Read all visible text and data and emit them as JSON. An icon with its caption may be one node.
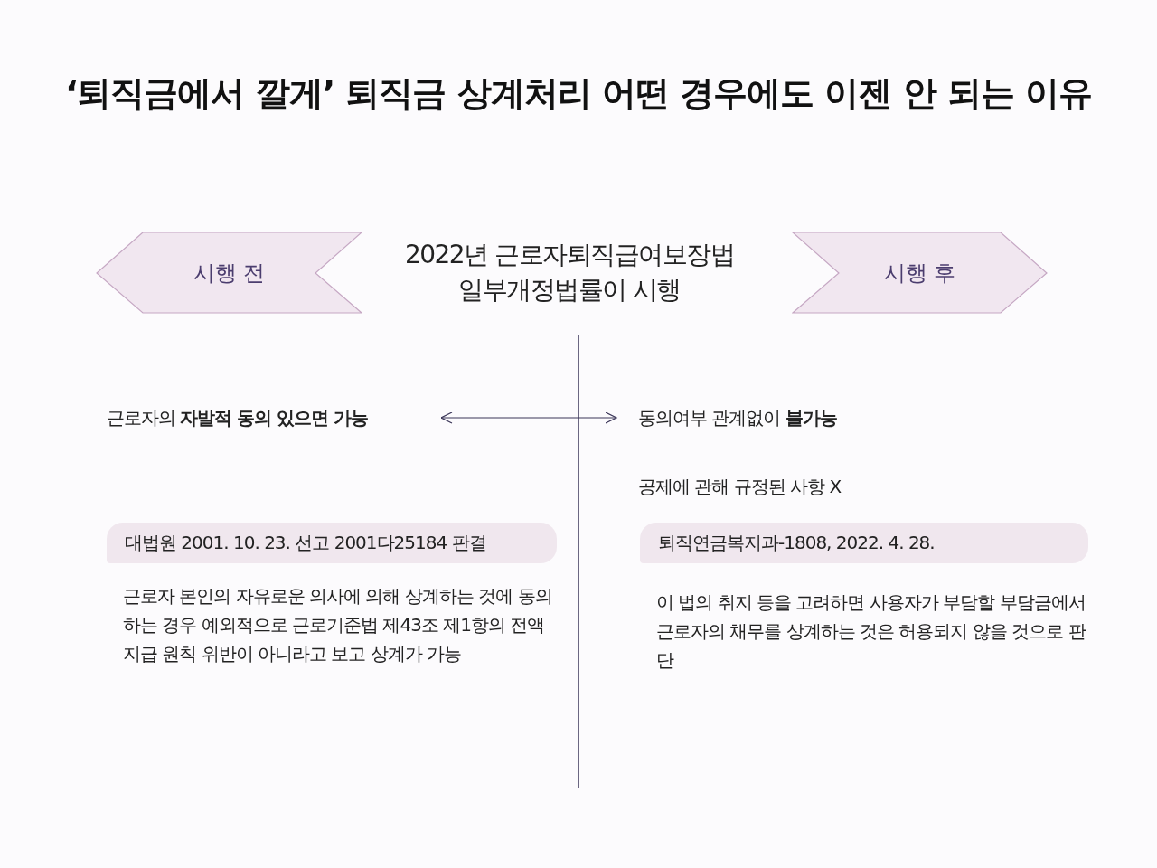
{
  "diagram": {
    "title": "‘퇴직금에서 깔게’ 퇴직금 상계처리 어떤 경우에도 이젠 안 되는 이유",
    "nodes": [
      {
        "text": [
          "시행 전"
        ]
      },
      {
        "text": [
          "2022년 근로자퇴직급여보장법 일부개정법률이 시행"
        ]
      },
      {
        "text": [
          "시행 후"
        ]
      },
      {
        "text": [
          "근로자의 **자발적 동의 있으면 가능**"
        ]
      },
      {
        "text": [
          "동의여부 관계없이 **불가능**"
        ]
      },
      {
        "text": [
          "대법원 2001. 10. 23. 선고 2001다25184 판결"
        ]
      },
      {
        "text": [
          "근로자 본인의 자유로운 의사에 의해 상계하는 것에 동의하는 경우 예외적으로 근로기준법 제43조 제1항의 전액 지급 원칙 위반이 아니라고 보고 상계가 가능"
        ]
      },
      {
        "text": [
          "퇴직연금복지과-1808, 2022. 4. 28."
        ]
      },
      {
        "text": [
          "이 법의 취지 등을 고려하면 사용자가 부담할 부담금에서 근로자의 채무를 상계하는 것은 허용되지 않을 것으로 판단"
        ]
      }
    ],
    "edges": [
      {
        "from": 3,
        "to": 4,
        "arrow": "both"
      }
    ],
    "labels": [
      "공제에 관해 규정된 사항 X"
    ]
  }
}
